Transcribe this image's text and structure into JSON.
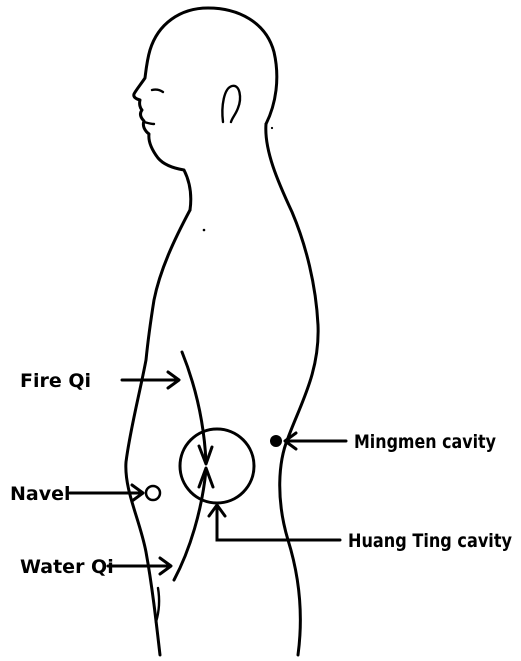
{
  "labels": {
    "fire_qi": "Fire Qi",
    "mingmen_cavity": "Mingmen cavity",
    "navel": "Navel",
    "water_qi": "Water Qi",
    "huang_ting_cavity": "Huang Ting cavity"
  },
  "colors": {
    "ink": "#000000",
    "background": "#ffffff"
  }
}
